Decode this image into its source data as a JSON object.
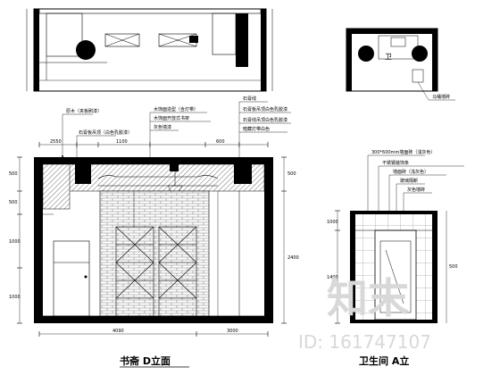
{
  "drawing": {
    "study_title": "书斋 D立面",
    "bath_title": "卫生间 A立",
    "plan_room_label": "卫"
  },
  "study": {
    "callouts_left": [
      "原木（夹板刷漆）",
      "石膏板吊顶（白色乳胶漆）"
    ],
    "callouts_mid": [
      "木饰面造型（含灯带）",
      "木饰面开放式书架",
      "灰色墙漆"
    ],
    "callouts_right": [
      "石膏线",
      "石膏板吊顶白色乳胶漆",
      "石膏线吊顶白色乳胶漆",
      "暗藏灯带白色"
    ],
    "top_dims": [
      "2550",
      "1100",
      "600"
    ],
    "bottom_dims": [
      "4090",
      "3000"
    ],
    "left_dims": [
      "500",
      "500",
      "1000",
      "1000"
    ],
    "right_dims": [
      "500",
      "2400"
    ]
  },
  "bath": {
    "callouts": [
      "300*600mm墙面砖（浅灰色）",
      "不锈钢装饰条",
      "墙面砖（浅灰色）",
      "玻璃隔断",
      "灰色墙砖"
    ],
    "plan_callout": "马桶墙砖",
    "left_dims": [
      "1000",
      "1400"
    ],
    "right_dims": [
      "500"
    ]
  },
  "watermark": {
    "logo_text": "知末",
    "id_text": "ID: 161747107"
  }
}
